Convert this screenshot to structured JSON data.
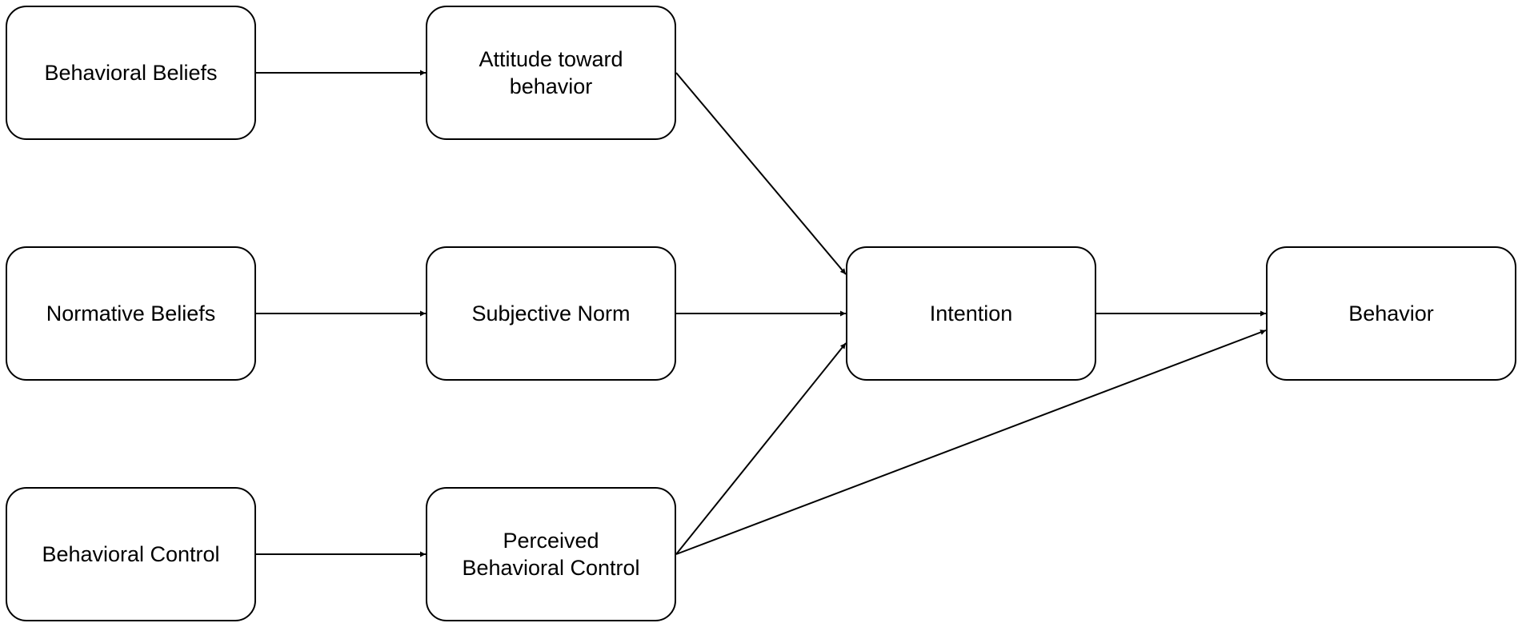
{
  "diagram": {
    "nodes": {
      "behavioral_beliefs": "Behavioral Beliefs",
      "attitude": "Attitude toward\nbehavior",
      "normative_beliefs": "Normative Beliefs",
      "subjective_norm": "Subjective Norm",
      "intention": "Intention",
      "behavior": "Behavior",
      "behavioral_control": "Behavioral Control",
      "perceived_control": "Perceived\nBehavioral Control"
    },
    "edges": [
      {
        "from": "behavioral_beliefs",
        "to": "attitude"
      },
      {
        "from": "normative_beliefs",
        "to": "subjective_norm"
      },
      {
        "from": "behavioral_control",
        "to": "perceived_control"
      },
      {
        "from": "attitude",
        "to": "intention"
      },
      {
        "from": "subjective_norm",
        "to": "intention"
      },
      {
        "from": "perceived_control",
        "to": "intention"
      },
      {
        "from": "intention",
        "to": "behavior"
      },
      {
        "from": "perceived_control",
        "to": "behavior"
      }
    ],
    "colors": {
      "stroke": "#000000",
      "fill": "#ffffff",
      "text": "#000000"
    }
  }
}
